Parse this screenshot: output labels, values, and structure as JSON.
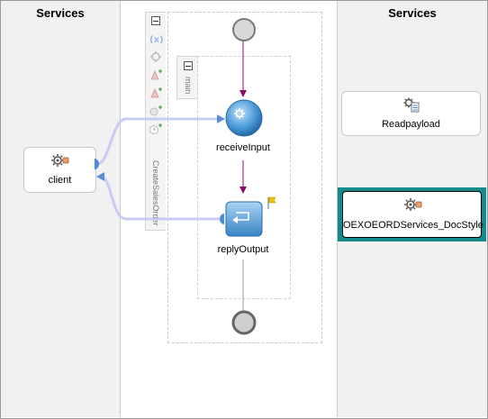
{
  "lanes": {
    "left_title": "Services",
    "right_title": "Services"
  },
  "left_services": [
    {
      "label": "client",
      "icon": "gear-icon"
    }
  ],
  "right_services": [
    {
      "label": "Readpayload",
      "icon": "gear-document-icon"
    },
    {
      "label": "OEXOEORDServices_DocStyle",
      "icon": "gear-icon",
      "selected": true
    }
  ],
  "process": {
    "name": "CreateSalesOrder",
    "scope_name": "main",
    "activities": [
      {
        "label": "receiveInput",
        "type": "receive"
      },
      {
        "label": "replyOutput",
        "type": "reply"
      }
    ]
  },
  "colors": {
    "selection": "#148a8a",
    "wire": "#c8ccf5",
    "flow_arrow": "#8b0a6b",
    "activity_blue": "#4a9ad8"
  }
}
